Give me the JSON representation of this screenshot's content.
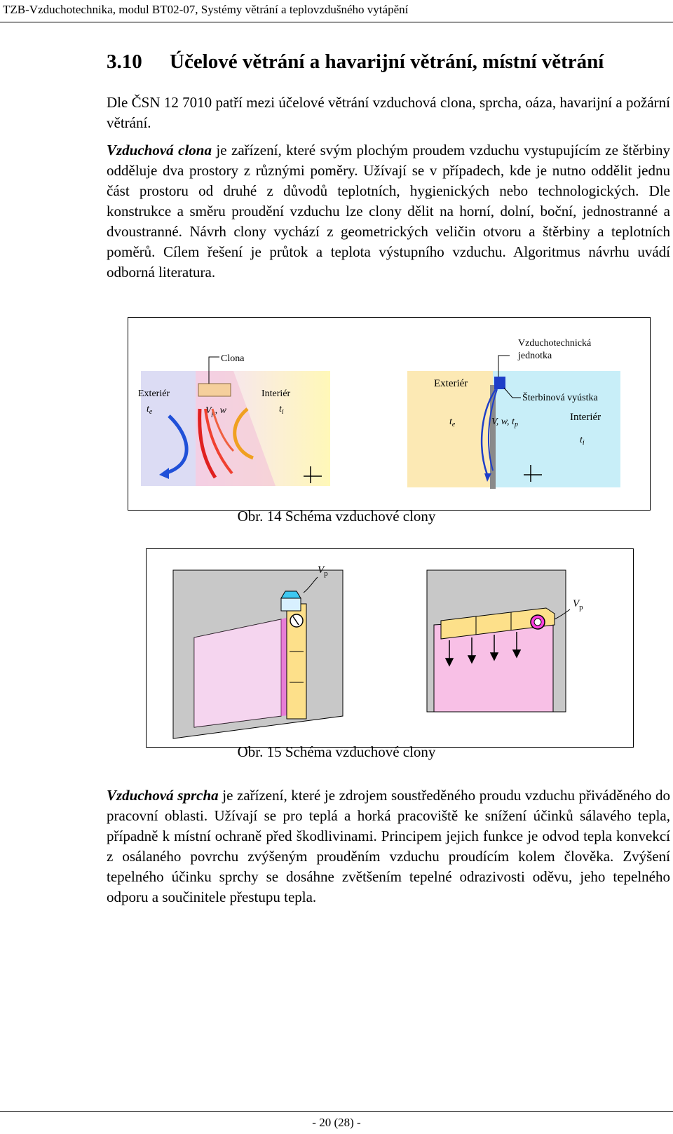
{
  "header": {
    "text": "TZB-Vzduchotechnika, modul BT02-07, Systémy větrání a teplovzdušného vytápění"
  },
  "section": {
    "number": "3.10",
    "title": "Účelové větrání a havarijní větrání, místní větrání"
  },
  "para1": {
    "text": "Dle ČSN 12 7010 patří mezi účelové větrání vzduchová clona, sprcha, oáza, havarijní a požární větrání."
  },
  "para2": {
    "term": "Vzduchová clona",
    "text": " je zařízení, které svým plochým proudem vzduchu vystupujícím ze štěrbiny odděluje dva prostory z různými poměry. Užívají se v případech, kde je nutno oddělit jednu část prostoru od druhé z důvodů teplotních, hygienických nebo technologických. Dle konstrukce a směru proudění vzduchu lze clony dělit na horní, dolní, boční, jednostranné a dvoustranné. Návrh clony vychází z geometrických veličin otvoru a štěrbiny a teplotních poměrů. Cílem řešení je průtok a teplota výstupního vzduchu. Algoritmus návrhu uvádí odborná literatura."
  },
  "fig14": {
    "caption": "Obr. 14 Schéma vzduchové clony",
    "left": {
      "clona": "Clona",
      "exterier": "Exteriér",
      "te": "t",
      "te_sub": "e",
      "vp": "V",
      "vp_sub": "p",
      "vp_rest": ", w",
      "interier": "Interiér",
      "ti": "t",
      "ti_sub": "i"
    },
    "right": {
      "unit1": "Vzduchotechnická",
      "unit2": "jednotka",
      "exterier": "Exteriér",
      "slot": "Šterbinová vyústka",
      "interier": "Interiér",
      "te": "t",
      "te_sub": "e",
      "vwt": "V, w, t",
      "vwt_sub": "p",
      "ti": "t",
      "ti_sub": "i"
    }
  },
  "fig15": {
    "caption": "Obr. 15 Schéma vzduchové clony",
    "vp_left": "V",
    "vp_left_sub": "p",
    "vp_right": "V",
    "vp_right_sub": "p"
  },
  "para3": {
    "term": "Vzduchová sprcha",
    "text": " je zařízení, které je zdrojem soustředěného proudu vzduchu přiváděného do pracovní oblasti. Užívají se pro teplá a horká pracoviště ke snížení účinků sálavého tepla, případně k místní ochraně před škodlivinami. Principem jejich funkce je odvod tepla konvekcí z osálaného povrchu zvýšeným prouděním vzduchu proudícím kolem člověka. Zvýšení tepelného účinku sprchy se dosáhne zvětšením tepelné odrazivosti oděvu, jeho tepelného odporu a součinitele přestupu tepla."
  },
  "footer": {
    "page": "- 20 (28) -"
  },
  "colors": {
    "wall": "#c8c8c8",
    "pink": "#f0a0e6",
    "yellow": "#fde7a0",
    "sky": "#c8eef8"
  }
}
